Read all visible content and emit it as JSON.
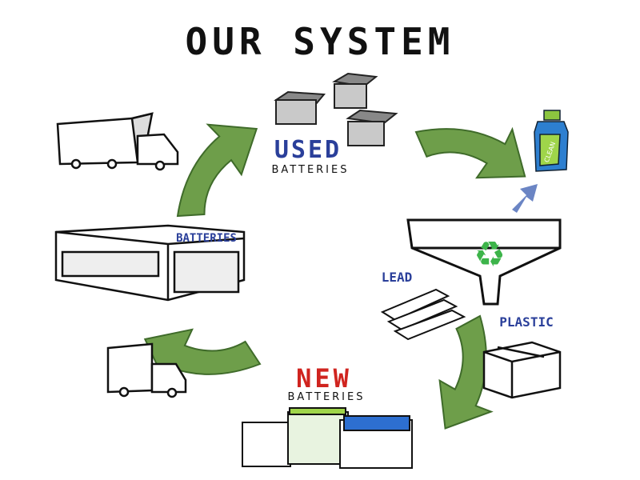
{
  "title": "OUR SYSTEM",
  "used": {
    "word": "USED",
    "sub": "BATTERIES"
  },
  "new": {
    "word": "NEW",
    "sub": "BATTERIES"
  },
  "store_sign": "BATTERIES",
  "lead_label": "LEAD",
  "plastic_label": "PLASTIC",
  "jug_label": "CLEAN",
  "colors": {
    "arrow": "#6e9e4a",
    "blue_text": "#2a3f9a",
    "red_text": "#d0241f",
    "recycle": "#3db44a",
    "blue_arrow": "#6b85c4"
  }
}
